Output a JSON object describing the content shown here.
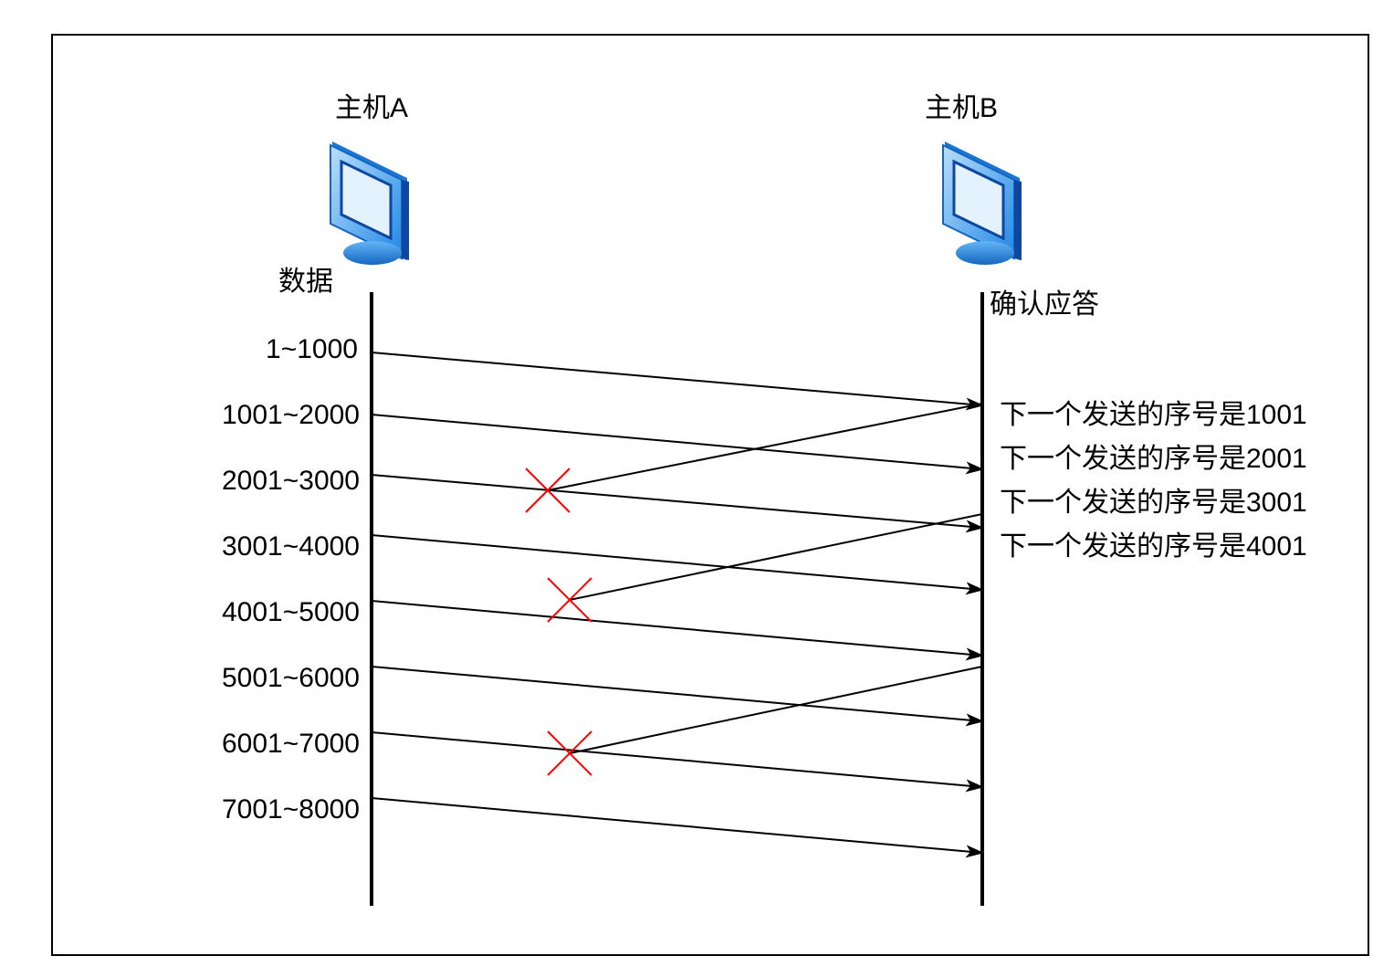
{
  "host_a": {
    "label": "主机A",
    "icon": "monitor-icon",
    "column_label": "数据"
  },
  "host_b": {
    "label": "主机B",
    "icon": "monitor-icon",
    "column_label": "确认应答"
  },
  "segments": [
    {
      "label": "1~1000"
    },
    {
      "label": "1001~2000"
    },
    {
      "label": "2001~3000"
    },
    {
      "label": "3001~4000"
    },
    {
      "label": "4001~5000"
    },
    {
      "label": "5001~6000"
    },
    {
      "label": "6001~7000"
    },
    {
      "label": "7001~8000"
    }
  ],
  "acks": [
    {
      "label": "下一个发送的序号是1001"
    },
    {
      "label": "下一个发送的序号是2001"
    },
    {
      "label": "下一个发送的序号是3001"
    },
    {
      "label": "下一个发送的序号是4001"
    }
  ],
  "colors": {
    "line": "#000000",
    "lost_marker": "#ff0000",
    "monitor_blue": "#1e88e5",
    "monitor_light": "#90caf9"
  }
}
